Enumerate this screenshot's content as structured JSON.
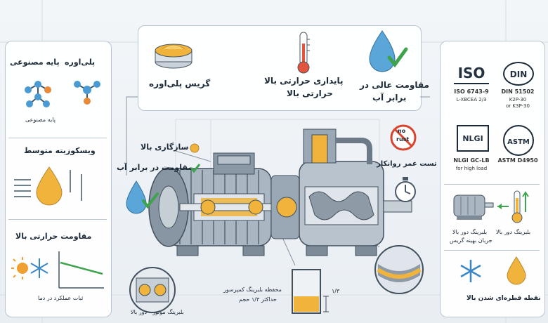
{
  "top_panel": {
    "grease_label": "گریس پلی‌اوره",
    "thermal_label": "پایداری حرارتی بالا",
    "thermal_label_2": "حرارتی بالا",
    "water_label": "مقاومت عالی در",
    "water_label_2": "برابر آب"
  },
  "left_panel": {
    "polyurea": "پلی‌اوره",
    "synthetic_base": "پایه مصنوعی",
    "synthetic_base_caption": "پایه مصنوعی",
    "viscosity": "ویسکوزیته متوسط",
    "heat_resistance": "مقاومت حرارتی بالا",
    "performance_caption": "ثبات عملکرد در دما"
  },
  "center": {
    "compatibility": "سازگاری بالا",
    "water_resistance": "مقاومت در برابر آب",
    "rust_test": "تست عمر روانکار",
    "no_rust_text_1": "no",
    "no_rust_text_2": "rust",
    "motor_bearing": "بلبرینگ موتور - دور بالا",
    "compressor_bearing": "محفظه بلبرینگ کمپرسور",
    "fill_volume": "حداکثر ۱/۳ حجم",
    "fill_fraction_label": "۱/۳"
  },
  "right_panel": {
    "iso_logo": "ISO",
    "iso_std": "ISO 6743-9",
    "iso_class": "L-XBCEA 2/3",
    "din_logo": "DIN",
    "din_std": "DIN 51502",
    "din_class_1": "K2P-30",
    "din_class_2": "or K3P-30",
    "nlgi_logo": "NLGI",
    "nlgi_std": "NLGI GC-LB",
    "nlgi_note": "for high load",
    "astm_logo": "ASTM",
    "astm_std": "ASTM D4950",
    "flow_caption_1": "بلبرینگ دور بالا",
    "flow_caption_2": "جریان بهینه گریس",
    "highspeed_caption": "بلبرینگ دور بالا",
    "dropping_point": "نقطه قطره‌ای شدن بالا"
  },
  "colors": {
    "grease": "#f0b43c",
    "water": "#5aa6d8",
    "check": "#3fa34d",
    "panel_border": "#b8c4cf"
  }
}
